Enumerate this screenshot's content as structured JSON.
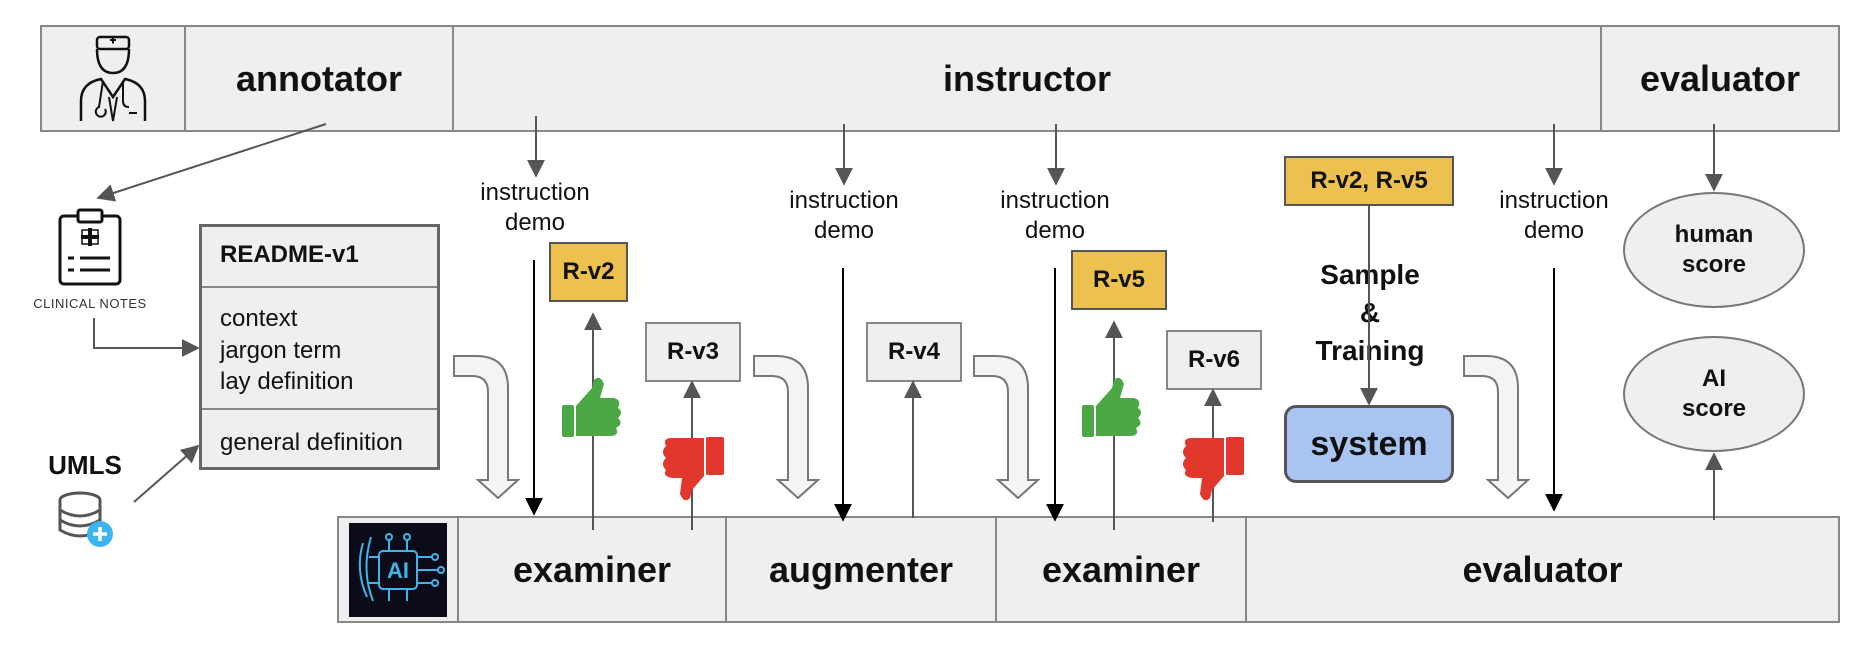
{
  "top_band": {
    "annotator": "annotator",
    "instructor": "instructor",
    "evaluator": "evaluator"
  },
  "bottom_band": {
    "examiner_1": "examiner",
    "augmenter": "augmenter",
    "examiner_2": "examiner",
    "evaluator": "evaluator"
  },
  "clinical_notes": "CLINICAL NOTES",
  "umls": "UMLS",
  "readme": {
    "title": "README-v1",
    "fields": [
      "context",
      "jargon term",
      "lay definition"
    ],
    "general": "general definition"
  },
  "instruction": {
    "line1": "instruction",
    "line2": "demo"
  },
  "versions": {
    "rv2": "R-v2",
    "rv3": "R-v3",
    "rv4": "R-v4",
    "rv5": "R-v5",
    "rv6": "R-v6",
    "rv2_rv5": "R-v2, R-v5"
  },
  "sample_training": [
    "Sample",
    "&",
    "Training"
  ],
  "system": "system",
  "scores": {
    "human": [
      "human",
      "score"
    ],
    "ai": [
      "AI",
      "score"
    ]
  },
  "ai_badge": "AI",
  "colors": {
    "yellow": "#ecc14f",
    "system_blue": "#a9c4f0",
    "thumb_up": "#4ca844",
    "thumb_down": "#e1372c"
  }
}
